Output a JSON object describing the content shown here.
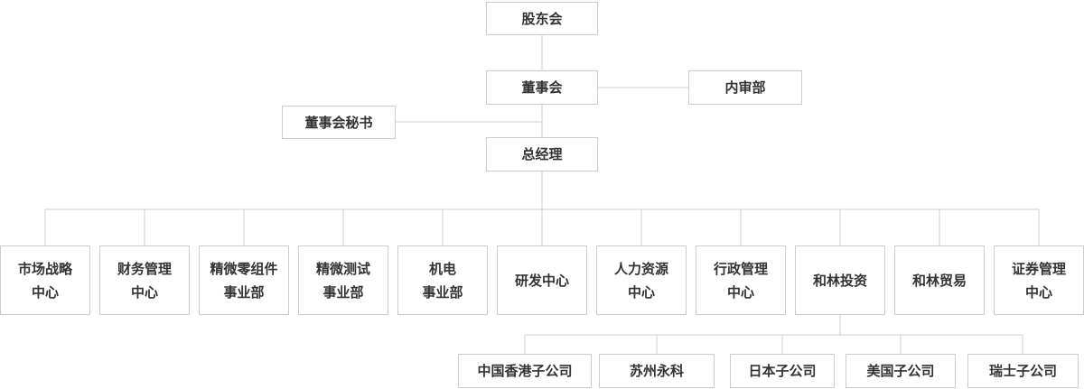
{
  "colors": {
    "background": "#ffffff",
    "box_border": "#cccccc",
    "connector_line": "#cccccc",
    "text": "#333333"
  },
  "chart_data": {
    "type": "org-chart",
    "root": "股东会",
    "hierarchy": "股东会 > 董事会 > 总经理 > 11 departments; 和林投资 > 5 subsidiaries; 内审部 reports to 董事会; 董事会秘书 attached between 董事会 and 总经理"
  },
  "nodes": {
    "shareholders": {
      "label": "股东会"
    },
    "board": {
      "label": "董事会"
    },
    "internal_audit": {
      "label": "内审部"
    },
    "board_secretary": {
      "label": "董事会秘书"
    },
    "general_manager": {
      "label": "总经理"
    }
  },
  "departments": [
    {
      "label": "市场战略中心",
      "lines": [
        "市场战略",
        "中心"
      ]
    },
    {
      "label": "财务管理中心",
      "lines": [
        "财务管理",
        "中心"
      ]
    },
    {
      "label": "精微零组件事业部",
      "lines": [
        "精微零组件",
        "事业部"
      ]
    },
    {
      "label": "精微测试事业部",
      "lines": [
        "精微测试",
        "事业部"
      ]
    },
    {
      "label": "机电事业部",
      "lines": [
        "机电",
        "事业部"
      ]
    },
    {
      "label": "研发中心",
      "lines": [
        "研发中心"
      ]
    },
    {
      "label": "人力资源中心",
      "lines": [
        "人力资源",
        "中心"
      ]
    },
    {
      "label": "行政管理中心",
      "lines": [
        "行政管理",
        "中心"
      ]
    },
    {
      "label": "和林投资",
      "lines": [
        "和林投资"
      ]
    },
    {
      "label": "和林贸易",
      "lines": [
        "和林贸易"
      ]
    },
    {
      "label": "证券管理中心",
      "lines": [
        "证券管理",
        "中心"
      ]
    }
  ],
  "subsidiaries": [
    {
      "label": "中国香港子公司"
    },
    {
      "label": "苏州永科"
    },
    {
      "label": "日本子公司"
    },
    {
      "label": "美国子公司"
    },
    {
      "label": "瑞士子公司"
    }
  ]
}
